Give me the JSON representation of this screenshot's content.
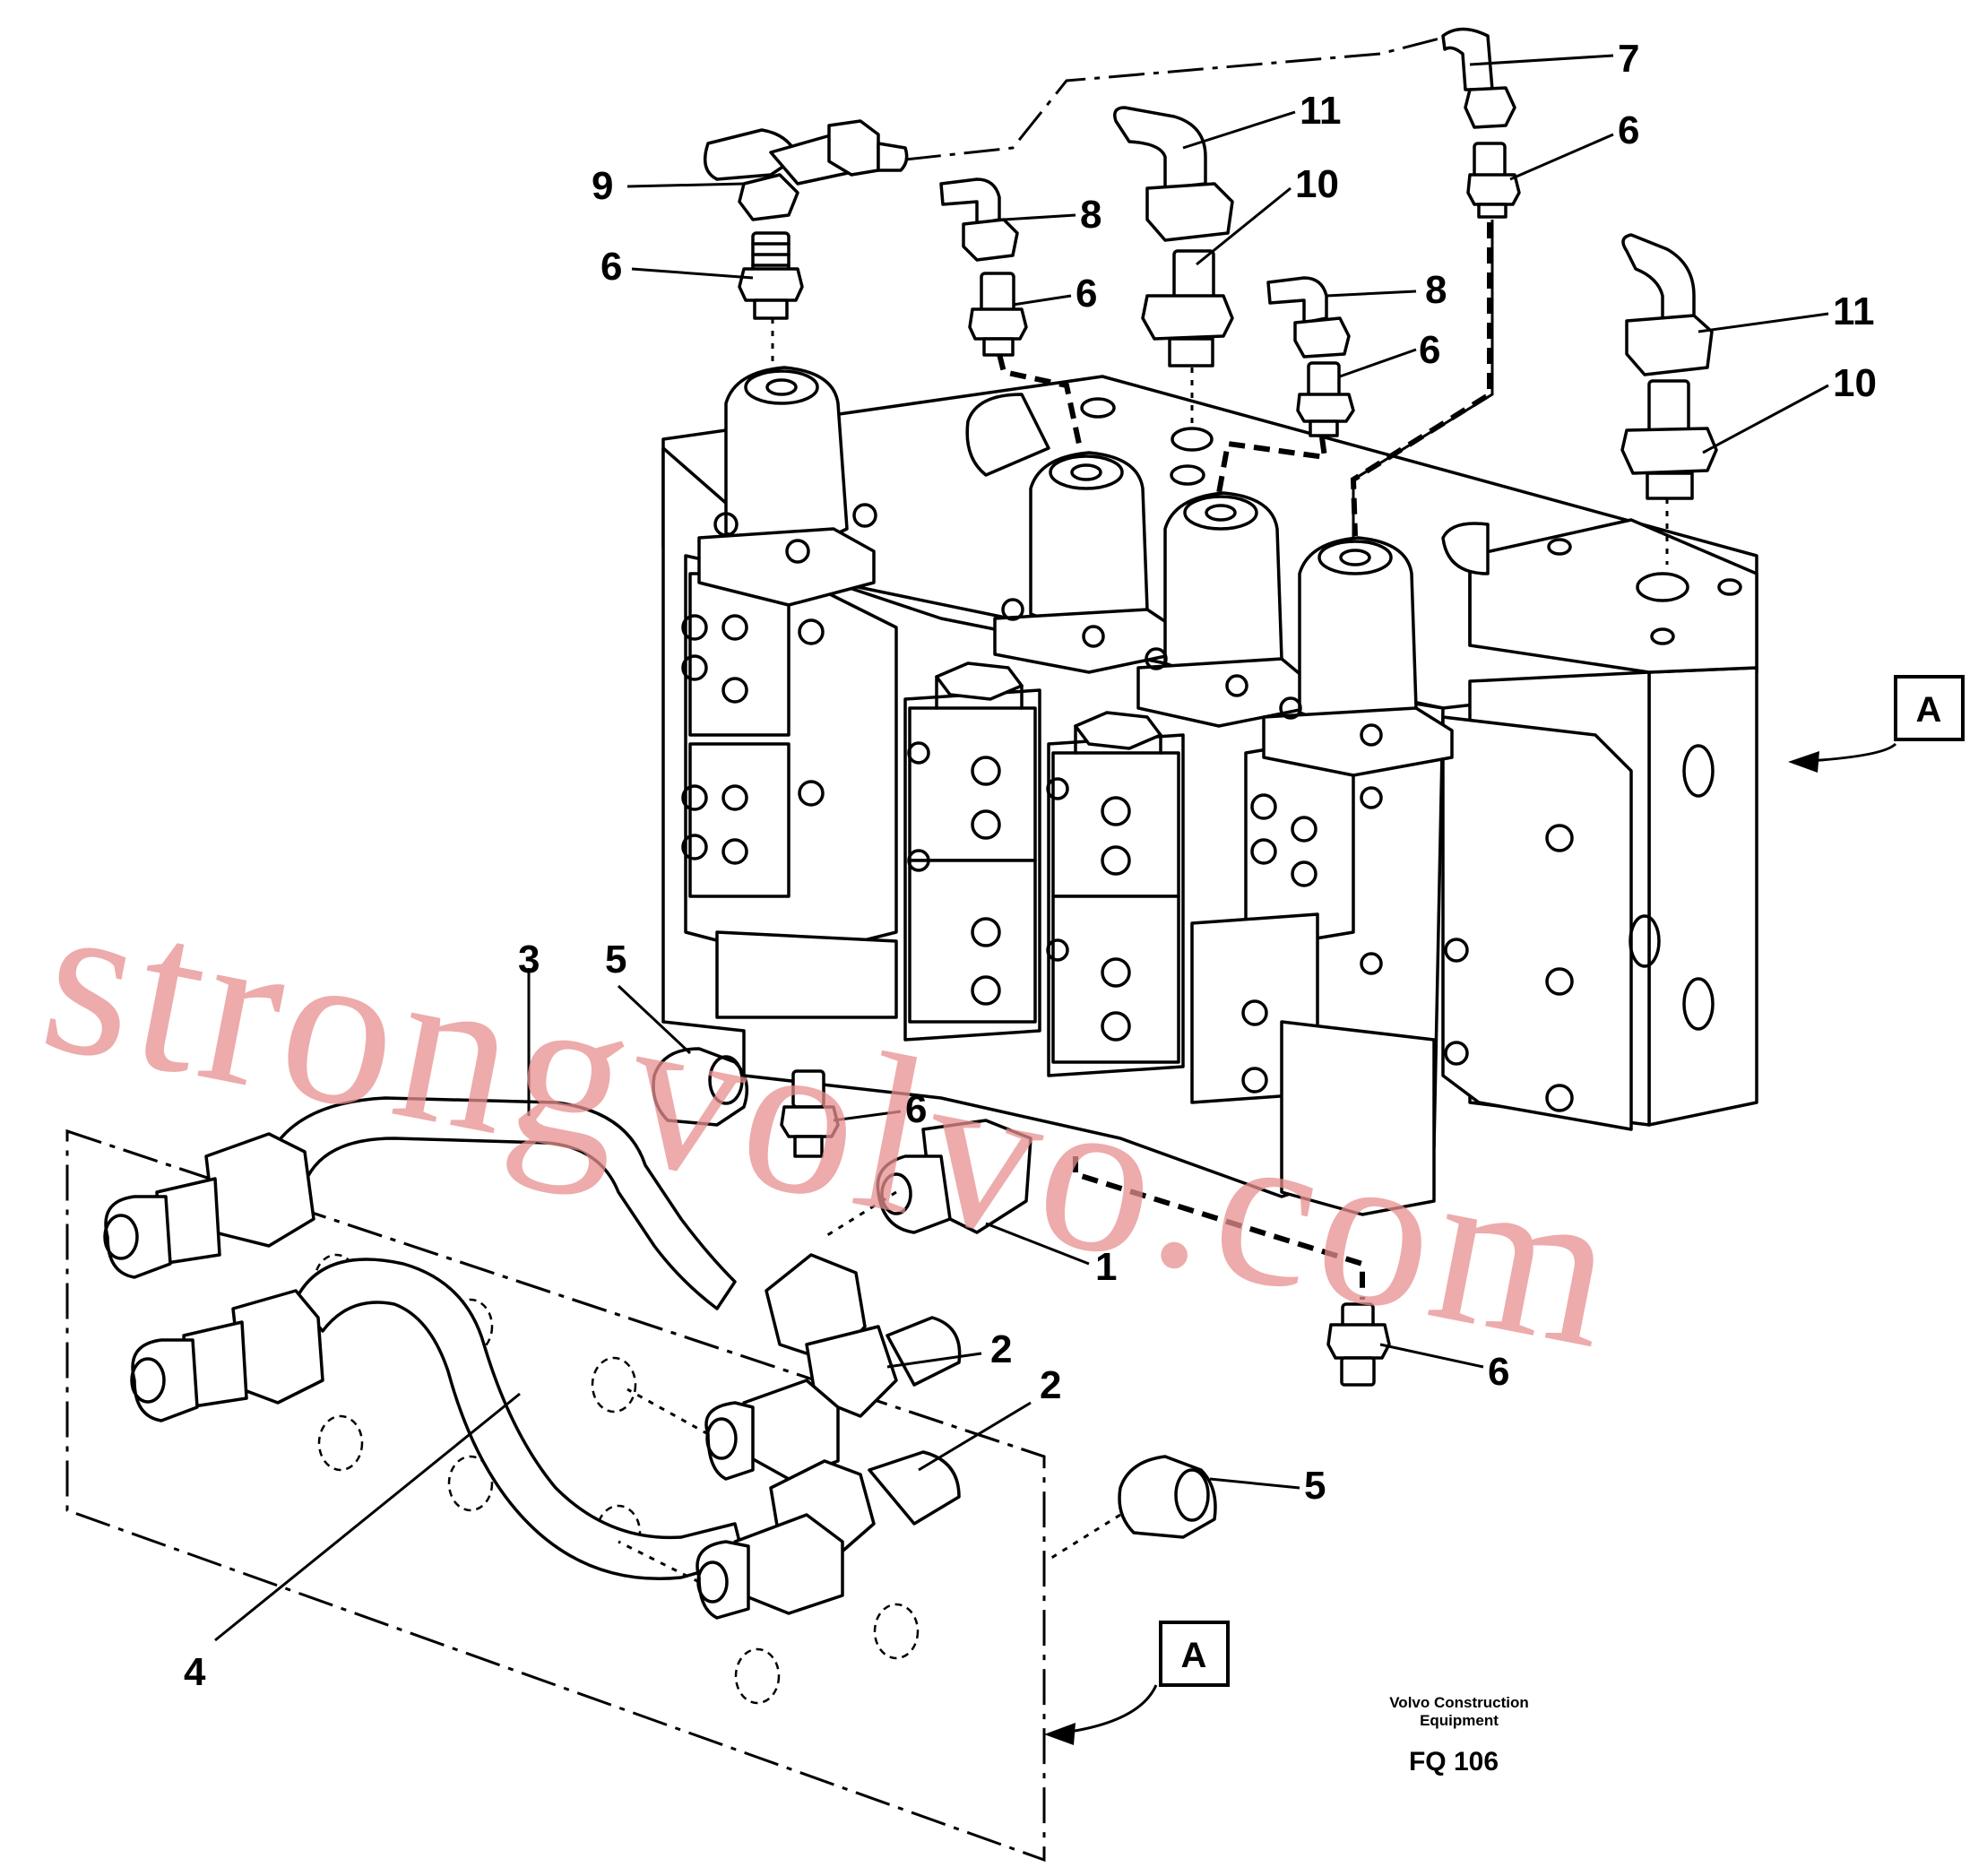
{
  "callouts": [
    "1",
    "2",
    "2",
    "3",
    "4",
    "5",
    "5",
    "6",
    "6",
    "6",
    "6",
    "6",
    "6",
    "7",
    "8",
    "8",
    "9",
    "10",
    "10",
    "11",
    "11"
  ],
  "view_marker": "A",
  "footer": {
    "company": "Volvo Construction",
    "company_line2": "Equipment",
    "code": "FQ 106"
  },
  "watermark": "strongvolvo.com"
}
